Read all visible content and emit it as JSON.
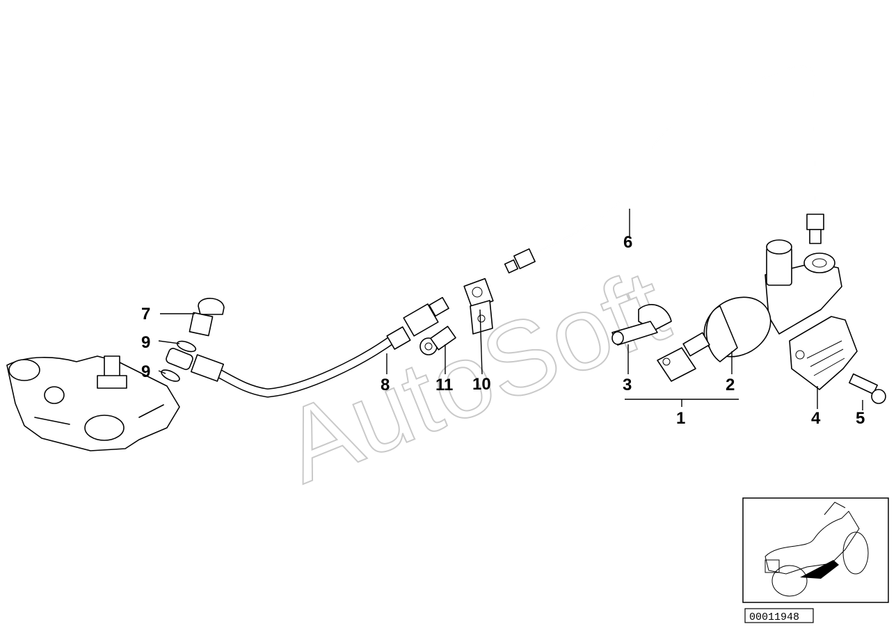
{
  "watermark": "AutoSoft",
  "callouts": [
    {
      "id": "1",
      "label": "1"
    },
    {
      "id": "2",
      "label": "2"
    },
    {
      "id": "3",
      "label": "3"
    },
    {
      "id": "4",
      "label": "4"
    },
    {
      "id": "5",
      "label": "5"
    },
    {
      "id": "6",
      "label": "6"
    },
    {
      "id": "7",
      "label": "7"
    },
    {
      "id": "8",
      "label": "8"
    },
    {
      "id": "9a",
      "label": "9"
    },
    {
      "id": "9b",
      "label": "9"
    },
    {
      "id": "10",
      "label": "10"
    },
    {
      "id": "11",
      "label": "11"
    }
  ],
  "document_id": "00011948",
  "icons": {
    "caliper": "brake-caliper-icon",
    "master_cylinder": "master-cylinder-icon",
    "brake_line": "brake-line-icon",
    "hose": "brake-hose-icon",
    "bracket": "cover-plate-icon",
    "motorcycle": "motorcycle-locator-icon"
  }
}
